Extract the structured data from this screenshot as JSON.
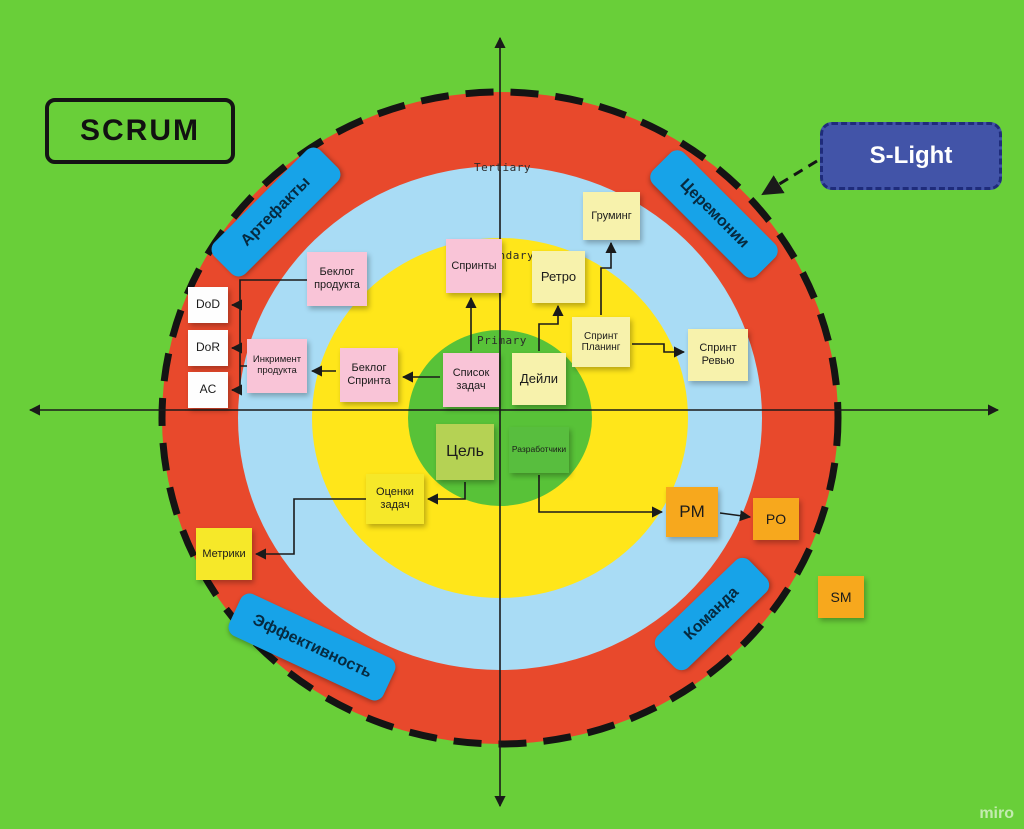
{
  "board": {
    "scrum_label": "SCRUM",
    "slight_label": "S-Light",
    "watermark": "miro"
  },
  "rings": {
    "tertiary": "Tertiary",
    "secondary": "Secondary",
    "primary": "Primary"
  },
  "sectors": {
    "artifacts": "Артефакты",
    "ceremonies": "Церемонии",
    "efficiency": "Эффективность",
    "team": "Команда"
  },
  "stickies": {
    "beklog_produkta": "Беклог продукта",
    "sprinty": "Спринты",
    "inkriment_produkta": "Инкримент продукта",
    "beklog_sprinta": "Беклог Спринта",
    "spisok_zadach": "Список задач",
    "dod": "DoD",
    "dor": "DoR",
    "ac": "AC",
    "gruming": "Груминг",
    "retro": "Ретро",
    "sprint_planing": "Спринт Планинг",
    "sprint_revyu": "Спринт Ревью",
    "deyli": "Дейли",
    "tsel": "Цель",
    "razrabotchiki": "Разработчики",
    "otsenki_zadach": "Оценки задач",
    "metriki": "Метрики",
    "pm": "PM",
    "po": "PO",
    "sm": "SM"
  },
  "palette": {
    "background": "#69CF39",
    "ring_outer_red": "#E8492C",
    "ring_tertiary_blue": "#A9DCF5",
    "ring_secondary_yellow": "#FFE61A",
    "ring_primary_green": "#58C238",
    "sector_label_blue": "#17A3E8",
    "slight_fill": "#4254A8",
    "sticky_pink": "#F9C4D7",
    "sticky_cream": "#F7F2AC",
    "sticky_yellow": "#F6E829",
    "sticky_orange": "#F7A81D",
    "sticky_lime": "#B5D254",
    "sticky_green": "#58BE3E",
    "sticky_white": "#FEFEFE"
  }
}
